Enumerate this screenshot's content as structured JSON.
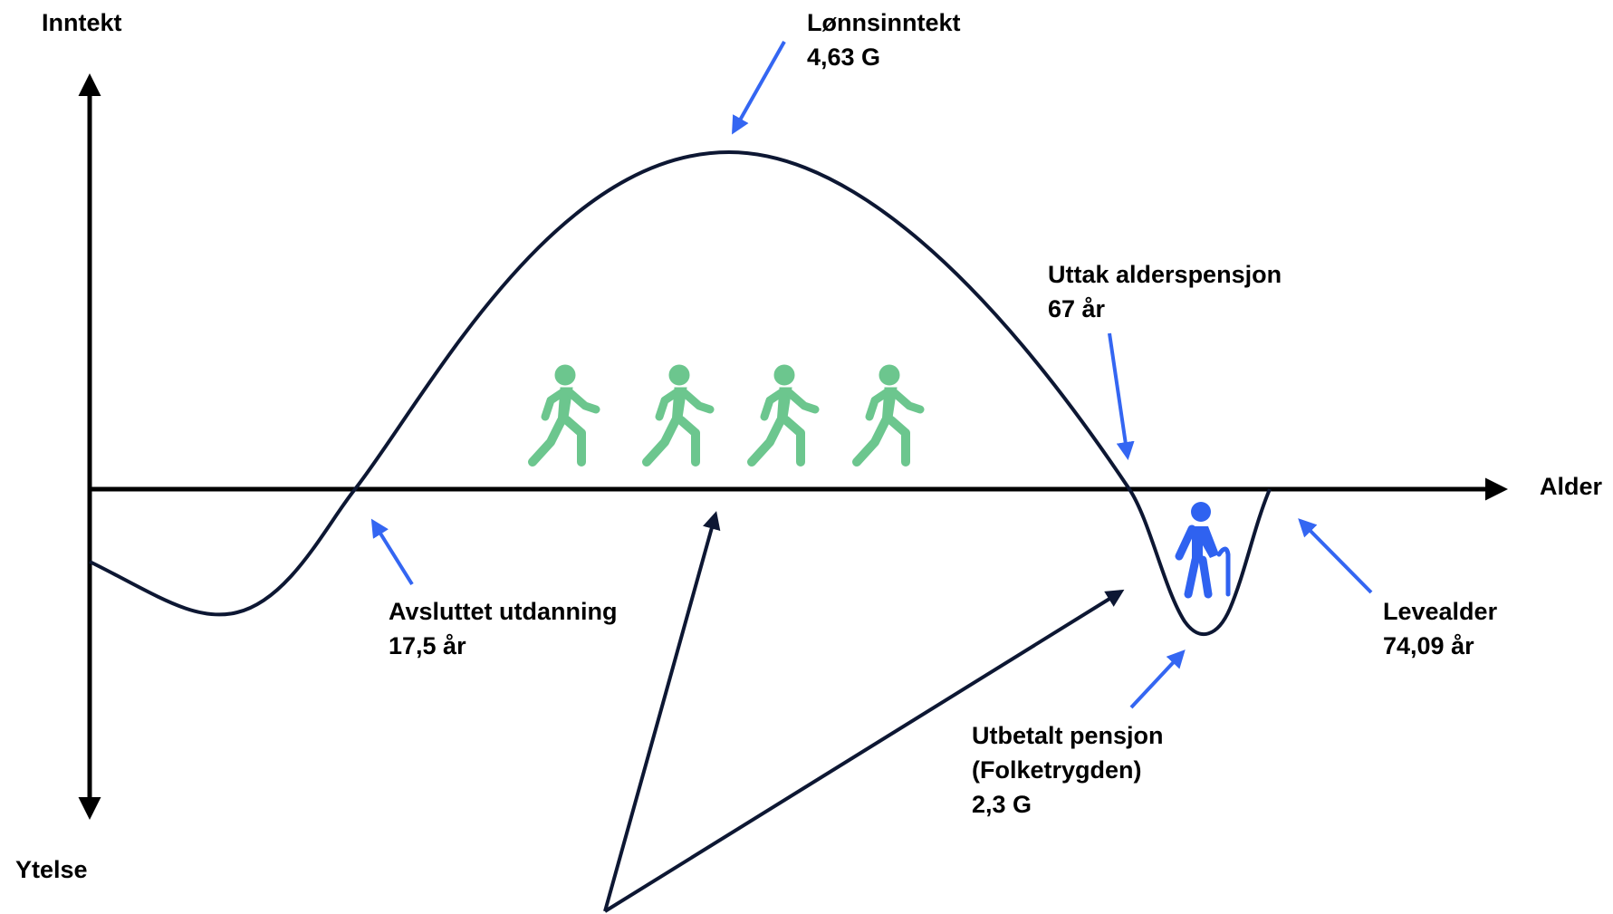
{
  "axes": {
    "y_top_label": "Inntekt",
    "y_bottom_label": "Ytelse",
    "x_label": "Alder"
  },
  "annotations": {
    "income": {
      "title": "Lønnsinntekt",
      "value": "4,63 G"
    },
    "retirement": {
      "title": "Uttak alderspensjon",
      "value": "67 år"
    },
    "education": {
      "title": "Avsluttet utdanning",
      "value": "17,5 år"
    },
    "lifespan": {
      "title": "Levealder",
      "value": "74,09 år"
    },
    "pension": {
      "title": "Utbetalt pensjon",
      "subtitle": "(Folketrygden)",
      "value": "2,3 G"
    }
  },
  "icons": {
    "workers": [
      "walking-person-icon",
      "walking-person-icon",
      "walking-person-icon",
      "walking-person-icon"
    ],
    "retiree": "elderly-person-with-cane-icon"
  },
  "colors": {
    "curve": "#0d1733",
    "axis": "#000000",
    "annotation_arrow": "#3466f2",
    "worker_icon": "#6cc68e",
    "retiree_icon": "#2f62f0"
  }
}
